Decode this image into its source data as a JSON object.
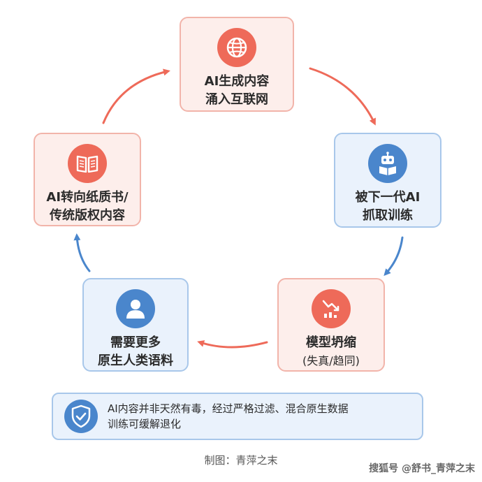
{
  "colors": {
    "red_accent": "#ee6a59",
    "red_bg": "#fdeeeb",
    "red_border": "#f2b4aa",
    "blue_accent": "#4a86cc",
    "blue_bg": "#eaf2fc",
    "blue_border": "#a8c7ea"
  },
  "cycle": {
    "top": {
      "icon": "globe-icon",
      "line1": "AI生成内容",
      "line2": "涌入互联网"
    },
    "right": {
      "icon": "robot-reading-icon",
      "line1": "被下一代AI",
      "line2": "抓取训练"
    },
    "bottom_right": {
      "icon": "declining-chart-icon",
      "line1": "模型坍缩",
      "line2": "(失真/趋同)"
    },
    "bottom_left": {
      "icon": "person-icon",
      "line1": "需要更多",
      "line2": "原生人类语料"
    },
    "left": {
      "icon": "book-icon",
      "line1": "AI转向纸质书/",
      "line2": "传统版权内容"
    }
  },
  "note": {
    "icon": "shield-check-icon",
    "line1": "AI内容并非天然有毒，经过严格过滤、混合原生数据",
    "line2": "训练可缓解退化"
  },
  "credit": "制图：青萍之末",
  "watermark": "搜狐号 @舒书_青萍之末"
}
